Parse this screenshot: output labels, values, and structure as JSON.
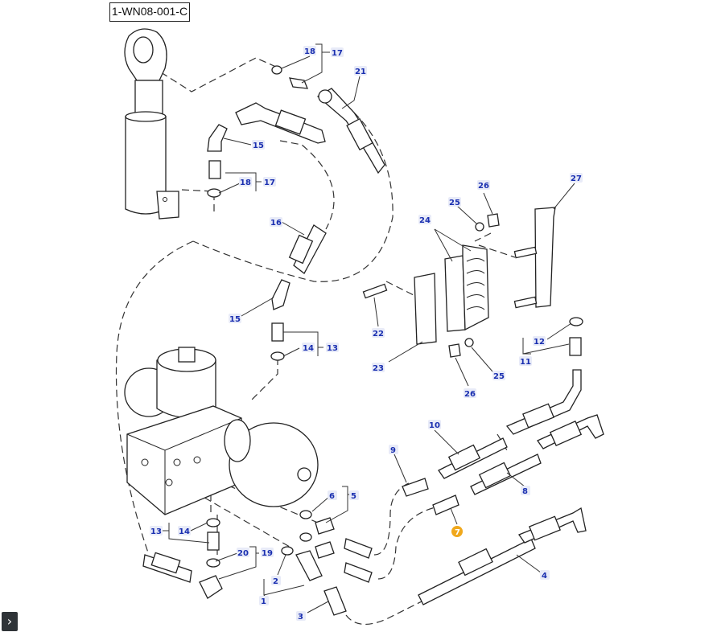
{
  "diagram": {
    "reference": "1-WN08-001-C",
    "expand_glyph": "›",
    "callouts": [
      {
        "id": "c18a",
        "text": "18"
      },
      {
        "id": "c17a",
        "text": "17"
      },
      {
        "id": "c21",
        "text": "21"
      },
      {
        "id": "c15a",
        "text": "15"
      },
      {
        "id": "c18b",
        "text": "18"
      },
      {
        "id": "c17b",
        "text": "17"
      },
      {
        "id": "c16",
        "text": "16"
      },
      {
        "id": "c15b",
        "text": "15"
      },
      {
        "id": "c14a",
        "text": "14"
      },
      {
        "id": "c13a",
        "text": "13"
      },
      {
        "id": "c26a",
        "text": "26"
      },
      {
        "id": "c25a",
        "text": "25"
      },
      {
        "id": "c24",
        "text": "24"
      },
      {
        "id": "c27",
        "text": "27"
      },
      {
        "id": "c22",
        "text": "22"
      },
      {
        "id": "c23",
        "text": "23"
      },
      {
        "id": "c12",
        "text": "12"
      },
      {
        "id": "c11",
        "text": "11"
      },
      {
        "id": "c25b",
        "text": "25"
      },
      {
        "id": "c26b",
        "text": "26"
      },
      {
        "id": "c10",
        "text": "10"
      },
      {
        "id": "c9",
        "text": "9"
      },
      {
        "id": "c8",
        "text": "8"
      },
      {
        "id": "c6",
        "text": "6"
      },
      {
        "id": "c5",
        "text": "5"
      },
      {
        "id": "c13b",
        "text": "13"
      },
      {
        "id": "c14b",
        "text": "14"
      },
      {
        "id": "c20",
        "text": "20"
      },
      {
        "id": "c19",
        "text": "19"
      },
      {
        "id": "c2",
        "text": "2"
      },
      {
        "id": "c1",
        "text": "1"
      },
      {
        "id": "c3",
        "text": "3"
      },
      {
        "id": "c4",
        "text": "4"
      }
    ],
    "highlight": {
      "text": "7",
      "color": "#f0a81c"
    }
  }
}
